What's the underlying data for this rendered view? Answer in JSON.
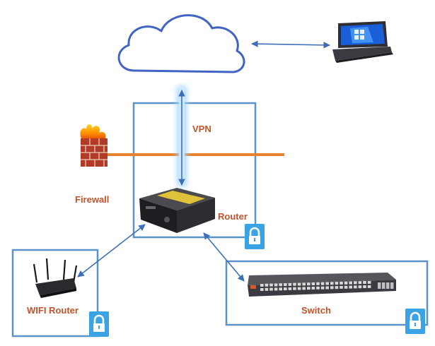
{
  "labels": {
    "vpn": "VPN",
    "firewall": "Firewall",
    "router": "Router",
    "wifi_router": "WIFI Router",
    "switch": "Switch"
  },
  "colors": {
    "box_border": "#5b92c9",
    "label_text": "#c0532a",
    "firewall_line": "#e8822e",
    "arrow": "#3d6fb8",
    "vpn_glow": "#9fd3ff",
    "lock": "#3aa0e0"
  },
  "icons": [
    "cloud-icon",
    "laptop-icon",
    "firewall-icon",
    "router-device-icon",
    "wifi-router-icon",
    "network-switch-icon",
    "lock-icon"
  ]
}
